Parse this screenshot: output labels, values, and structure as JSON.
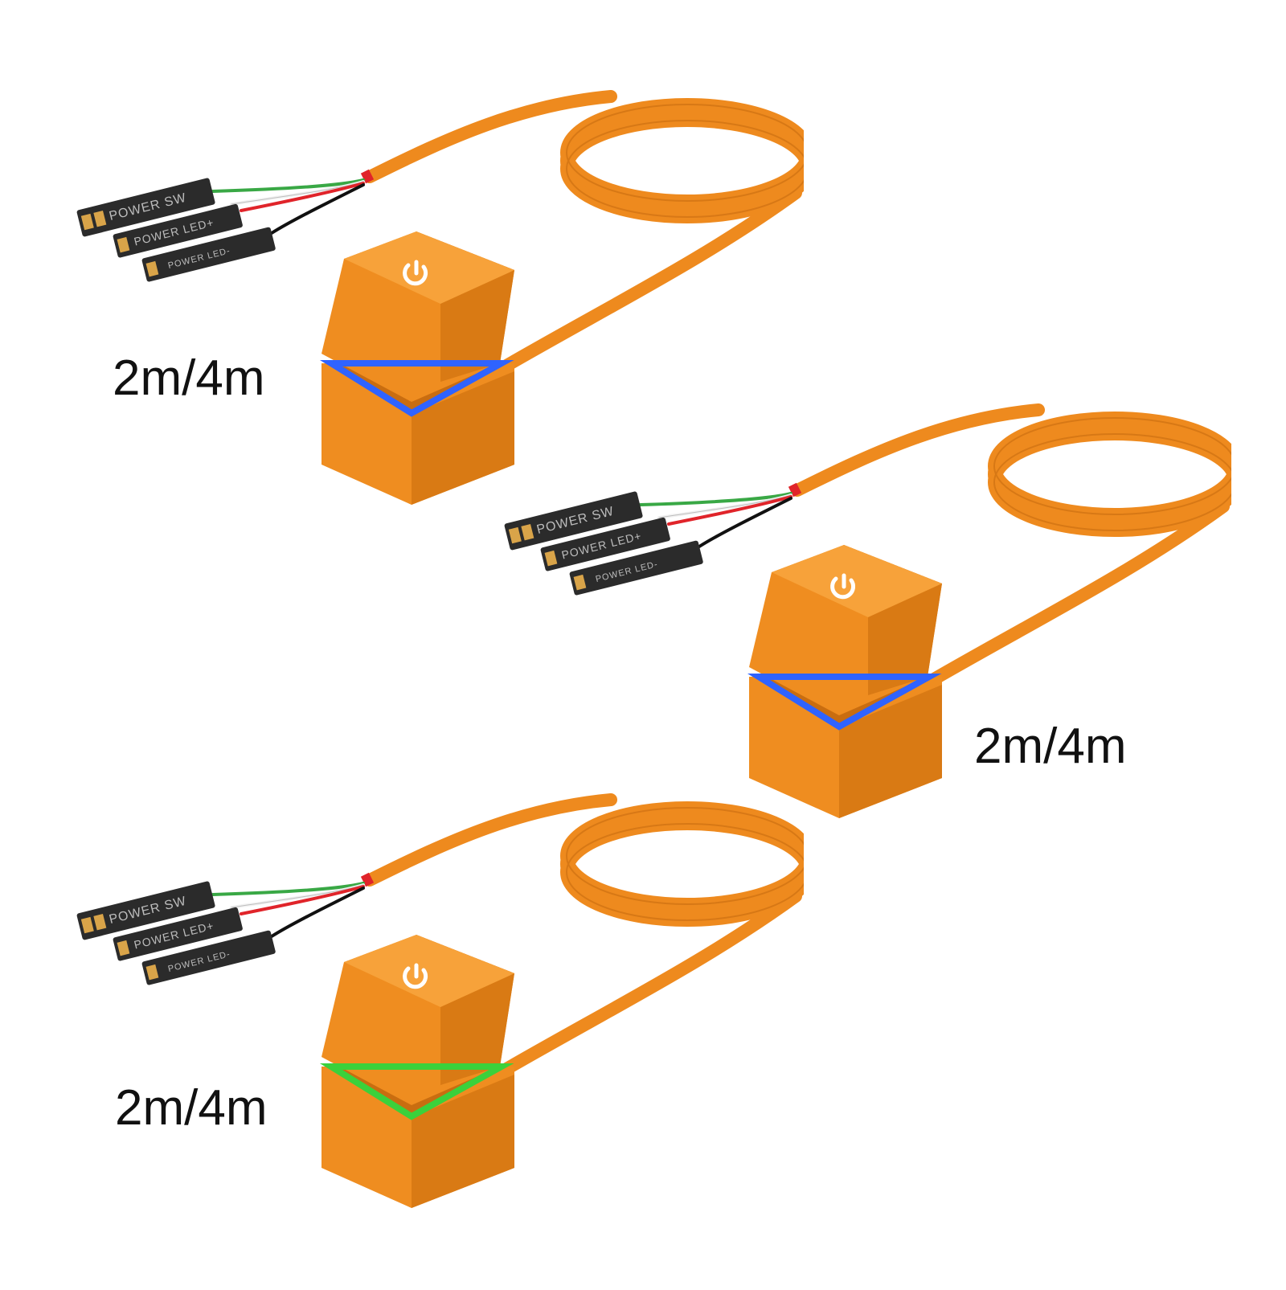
{
  "colors": {
    "cable": "#ee8a1e",
    "cable_dark": "#c96d10",
    "keycap_top": "#f7a23a",
    "keycap_front": "#ef8d20",
    "keycap_side": "#d97a14",
    "connector": "#2b2b2b",
    "wire_red": "#e0242a",
    "wire_green": "#39a845",
    "wire_white": "#f2f2f2",
    "wire_black": "#111111",
    "light_blue": "#2f63ff",
    "light_green": "#3bd13b"
  },
  "variants": [
    {
      "length_label": "2m/4m",
      "indicator_light": "blue",
      "connector_labels": [
        "POWER SW",
        "POWER LED+",
        "POWER LED-"
      ],
      "keycap_icon": "power-icon"
    },
    {
      "length_label": "2m/4m",
      "indicator_light": "blue",
      "connector_labels": [
        "POWER SW",
        "POWER LED+",
        "POWER LED-"
      ],
      "keycap_icon": "power-icon"
    },
    {
      "length_label": "2m/4m",
      "indicator_light": "green",
      "connector_labels": [
        "POWER SW",
        "POWER LED+",
        "POWER LED-"
      ],
      "keycap_icon": "power-icon"
    }
  ]
}
